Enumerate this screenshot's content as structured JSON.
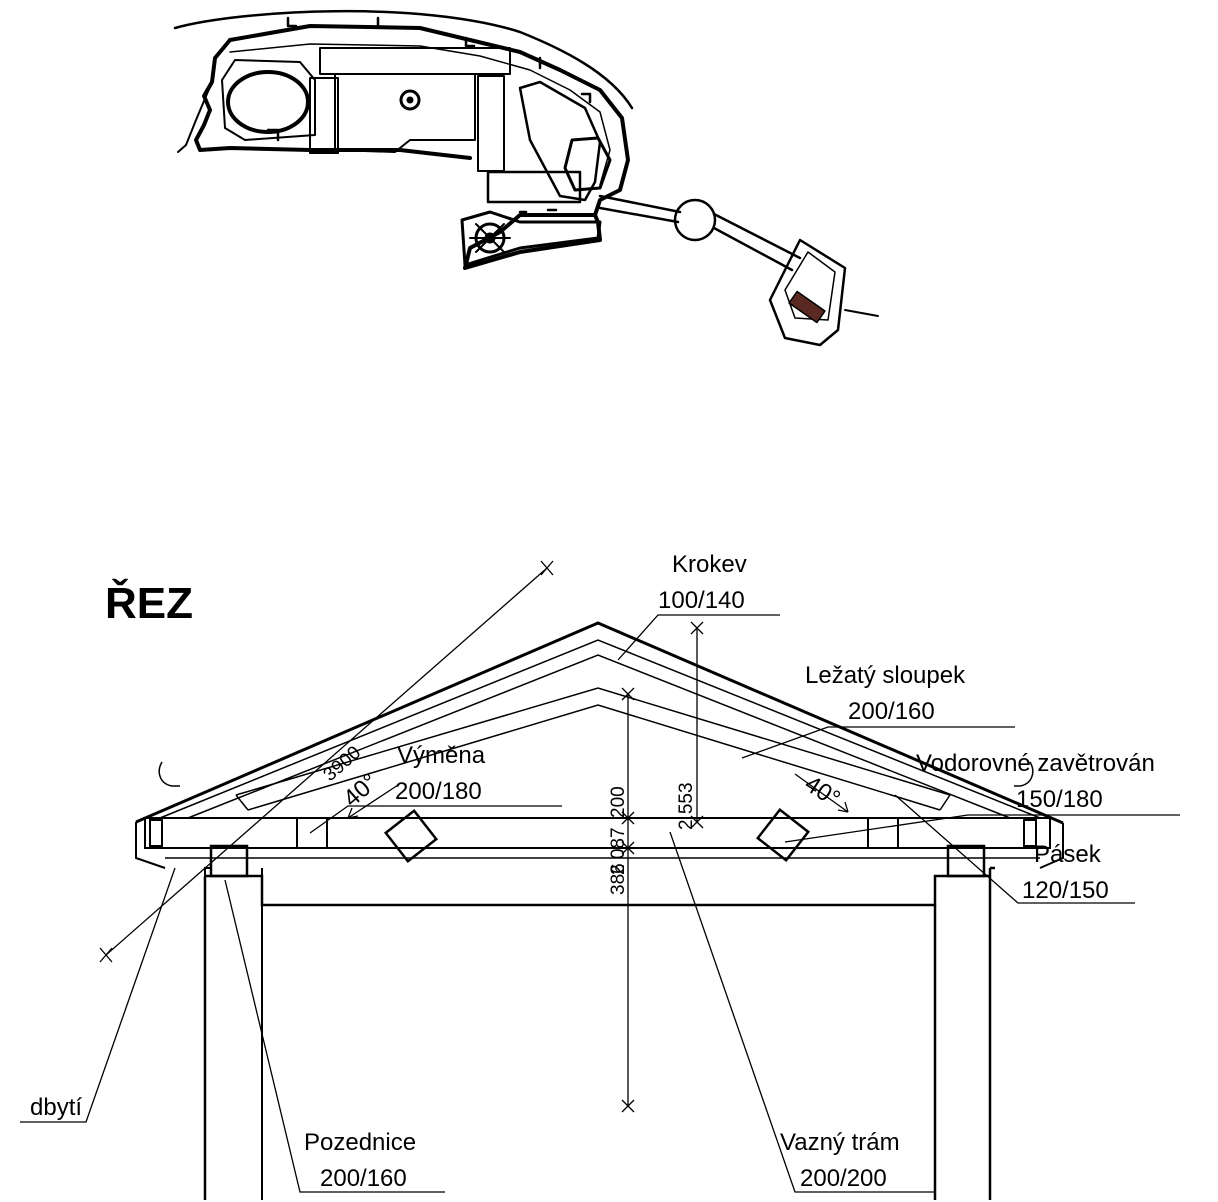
{
  "section": {
    "title": "ŘEZ",
    "labels": {
      "krokev_name": "Krokev",
      "krokev_size": "100/140",
      "sloupek_name": "Ležatý sloupek",
      "sloupek_size": "200/160",
      "zavetrovani_name": "Vodorovné zavětrován",
      "zavetrovani_size": "150/180",
      "pasek_name": "Pásek",
      "pasek_size": "120/150",
      "vymena_name": "Výměna",
      "vymena_size": "200/180",
      "podbyti_name": "dbytí",
      "pozednice_name": "Pozednice",
      "pozednice_size": "200/160",
      "vazny_tram_name": "Vazný trám",
      "vazny_tram_size": "200/200"
    },
    "dimensions": {
      "rafter_length": "3900",
      "pitch_left": "40°",
      "pitch_right": "40°",
      "height_inner": "2 087",
      "height_ridge": "2 553",
      "beam_height": "200",
      "wall_offset": "386"
    },
    "colors": {
      "line": "#000000",
      "highlight": "#5a2a22"
    }
  }
}
